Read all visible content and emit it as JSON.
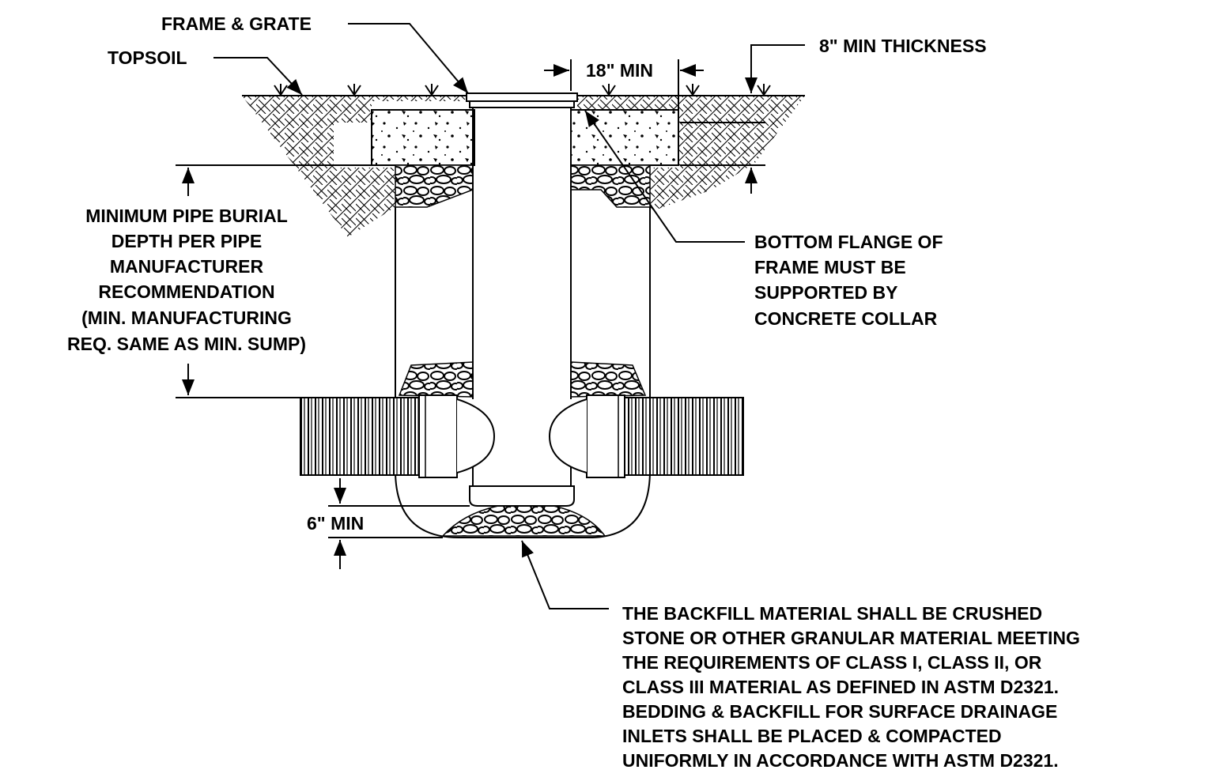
{
  "labels": {
    "frame_grate": "FRAME & GRATE",
    "topsoil": "TOPSOIL",
    "min_width": "18\" MIN",
    "min_thickness": "8\" MIN THICKNESS",
    "burial_depth": [
      "MINIMUM PIPE BURIAL",
      "DEPTH PER PIPE",
      "MANUFACTURER",
      "RECOMMENDATION",
      "(MIN. MANUFACTURING",
      "REQ. SAME AS MIN. SUMP)"
    ],
    "bottom_flange": [
      "BOTTOM FLANGE OF",
      "FRAME MUST BE",
      "SUPPORTED BY",
      "CONCRETE COLLAR"
    ],
    "min_sump": "6\" MIN",
    "backfill_note": [
      "THE BACKFILL MATERIAL SHALL BE CRUSHED",
      "STONE OR OTHER GRANULAR MATERIAL MEETING",
      "THE REQUIREMENTS OF CLASS I, CLASS II, OR",
      "CLASS III MATERIAL AS DEFINED IN ASTM D2321.",
      "BEDDING & BACKFILL FOR SURFACE DRAINAGE",
      "INLETS SHALL BE PLACED & COMPACTED",
      "UNIFORMLY IN ACCORDANCE WITH ASTM D2321."
    ]
  },
  "colors": {
    "ink": "#000000",
    "paper": "#ffffff"
  }
}
